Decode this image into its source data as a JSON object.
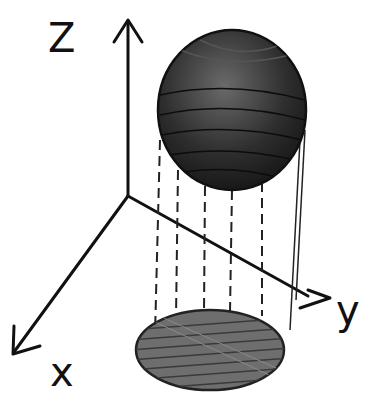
{
  "diagram": {
    "labels": [
      "Z",
      "x",
      "y"
    ]
  }
}
